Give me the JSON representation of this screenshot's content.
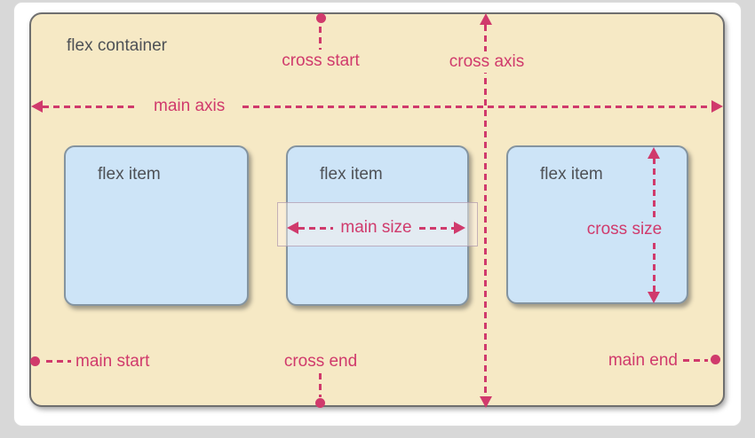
{
  "diagram": {
    "type": "flexbox-terminology-diagram",
    "container_label": "flex container",
    "items": [
      {
        "label": "flex item"
      },
      {
        "label": "flex item"
      },
      {
        "label": "flex item"
      }
    ],
    "annotations": {
      "main_axis": "main axis",
      "cross_axis": "cross axis",
      "cross_start": "cross start",
      "cross_end": "cross end",
      "main_start": "main start",
      "main_end": "main end",
      "main_size": "main size",
      "cross_size": "cross size"
    },
    "colors": {
      "accent_pink": "#d03a6c",
      "container_fill": "#f6e9c5",
      "container_border": "#6f6f6f",
      "item_fill": "#cde4f7",
      "item_border": "#8494a0",
      "text_dark": "#4e5156",
      "page_bg": "#d8d8d8",
      "card_bg": "#ffffff"
    }
  }
}
